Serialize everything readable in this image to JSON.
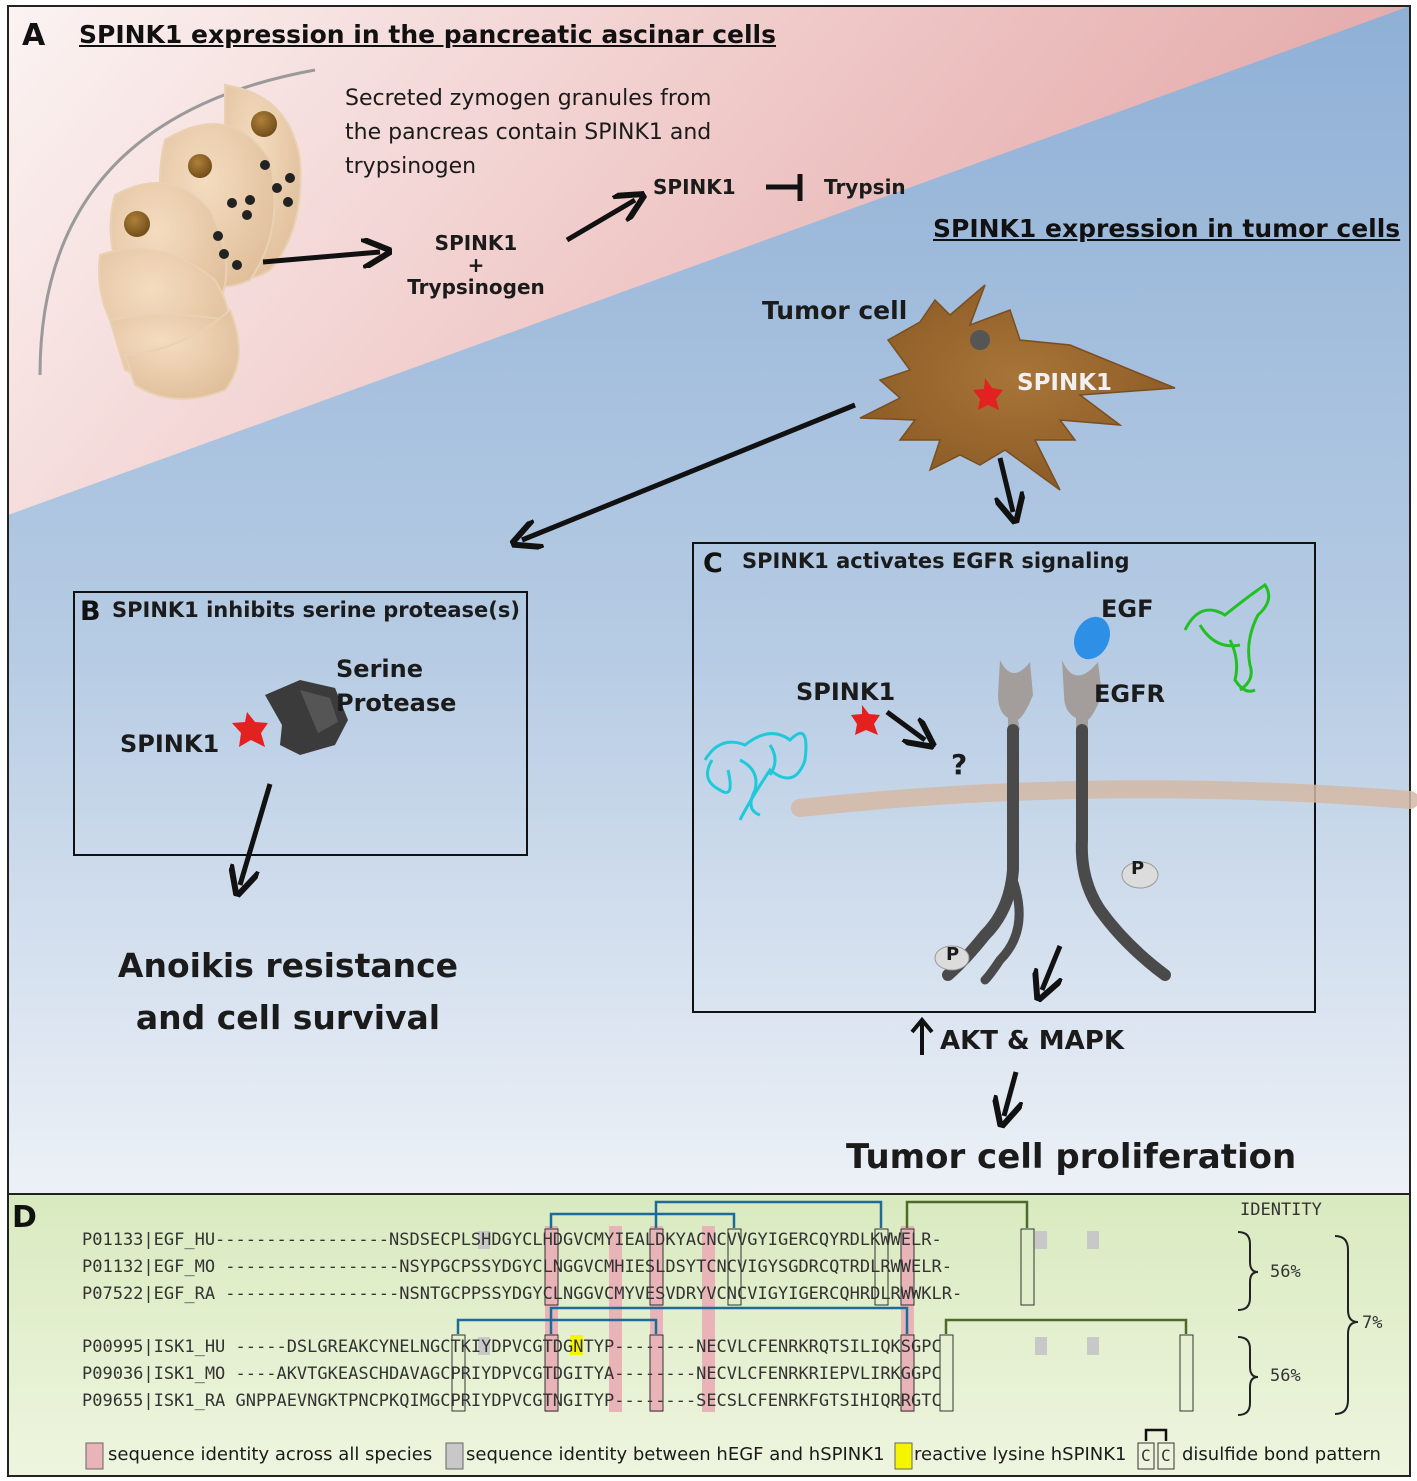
{
  "panel_a": {
    "letter": "A",
    "title": "SPINK1 expression in the pancreatic ascinar cells",
    "description": [
      "Secreted zymogen granules from",
      "the pancreas contain SPINK1 and",
      "trypsinogen"
    ],
    "spink1_trypsinogen": [
      "SPINK1",
      "+",
      "Trypsinogen"
    ],
    "spink1": "SPINK1",
    "trypsin": "Trypsin"
  },
  "tumor": {
    "title": "SPINK1 expression in tumor cells",
    "cell_label": "Tumor cell",
    "spink1_label": "SPINK1"
  },
  "panel_b": {
    "letter": "B",
    "title": "SPINK1 inhibits serine protease(s)",
    "protease": [
      "Serine",
      "Protease"
    ],
    "spink1": "SPINK1",
    "outcome": [
      "Anoikis resistance",
      "and cell survival"
    ]
  },
  "panel_c": {
    "letter": "C",
    "title": "SPINK1 activates EGFR signaling",
    "egf": "EGF",
    "egfr": "EGFR",
    "spink1": "SPINK1",
    "question": "?",
    "p": "P",
    "akt": "AKT & MAPK",
    "outcome": "Tumor cell proliferation"
  },
  "panel_d": {
    "letter": "D",
    "identity_header": "IDENTITY",
    "egf_rows": [
      "P01133|EGF_HU-----------------NSDSECPLSHDGYCLHDGVCMYIEALDKYACNCVVGYIGERCQYRDLKWWELR-",
      "P01132|EGF_MO -----------------NSYPGCPSSYDGYCLNGGVCMHIESLDSYTCNCVIGYSGDRCQTRDLRWWELR-",
      "P07522|EGF_RA -----------------NSNTGCPPSSYDGYCLNGGVCMYVESVDRYVCNCVIGYIGERCQHRDLRWWKLR-"
    ],
    "isk_rows": [
      "P00995|ISK1_HU -----DSLGREAKCYNELNGCTKIYDPVCGTDGNTYP--------NECVLCFENRKRQTSILIQKSGPC",
      "P09036|ISK1_MO ----AKVTGKEASCHDAVAGCPRIYDPVCGTDGITYA--------NECVLCFENRKRIEPVLIRKGGPC",
      "P09655|ISK1_RA GNPPAEVNGKTPNCPKQIMGCPRIYDPVCGTNGITYP--------SECSLCFENRKFGTSIHIQRRGTC"
    ],
    "identity_egf": "56%",
    "identity_isk": "56%",
    "identity_all": "7%",
    "legend": [
      "sequence identity across all species",
      "sequence identity between hEGF and hSPINK1",
      "reactive lysine hSPINK1",
      "disulfide bond pattern"
    ],
    "legend_bond_letters": "C",
    "colors": {
      "pink": "#e8b4b8",
      "gray": "#c8c8c8",
      "yellow": "#f5f500"
    }
  }
}
